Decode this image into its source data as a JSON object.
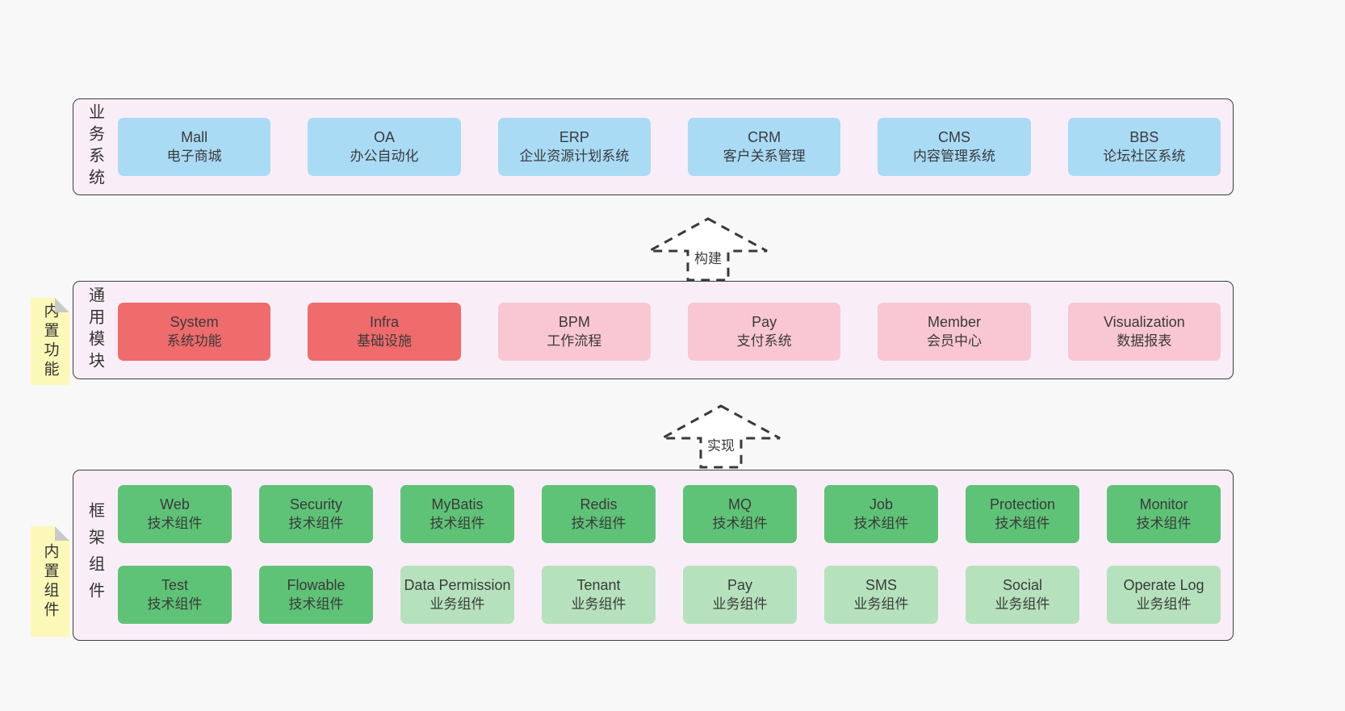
{
  "diagram": {
    "arrows": {
      "build": "构建",
      "implement": "实现"
    },
    "layers": {
      "business": {
        "label": "业务系统",
        "boxes": [
          {
            "name": "Mall",
            "desc": "电子商城",
            "variant": "blue"
          },
          {
            "name": "OA",
            "desc": "办公自动化",
            "variant": "blue"
          },
          {
            "name": "ERP",
            "desc": "企业资源计划系统",
            "variant": "blue"
          },
          {
            "name": "CRM",
            "desc": "客户关系管理",
            "variant": "blue"
          },
          {
            "name": "CMS",
            "desc": "内容管理系统",
            "variant": "blue"
          },
          {
            "name": "BBS",
            "desc": "论坛社区系统",
            "variant": "blue"
          }
        ]
      },
      "modules": {
        "label": "通用模块",
        "note": "内置功能",
        "boxes": [
          {
            "name": "System",
            "desc": "系统功能",
            "variant": "red"
          },
          {
            "name": "Infra",
            "desc": "基础设施",
            "variant": "red"
          },
          {
            "name": "BPM",
            "desc": "工作流程",
            "variant": "pink"
          },
          {
            "name": "Pay",
            "desc": "支付系统",
            "variant": "pink"
          },
          {
            "name": "Member",
            "desc": "会员中心",
            "variant": "pink"
          },
          {
            "name": "Visualization",
            "desc": "数据报表",
            "variant": "pink"
          }
        ]
      },
      "framework": {
        "label": "框架组件",
        "note": "内置组件",
        "row1": [
          {
            "name": "Web",
            "desc": "技术组件",
            "variant": "green"
          },
          {
            "name": "Security",
            "desc": "技术组件",
            "variant": "green"
          },
          {
            "name": "MyBatis",
            "desc": "技术组件",
            "variant": "green"
          },
          {
            "name": "Redis",
            "desc": "技术组件",
            "variant": "green"
          },
          {
            "name": "MQ",
            "desc": "技术组件",
            "variant": "green"
          },
          {
            "name": "Job",
            "desc": "技术组件",
            "variant": "green"
          },
          {
            "name": "Protection",
            "desc": "技术组件",
            "variant": "green"
          },
          {
            "name": "Monitor",
            "desc": "技术组件",
            "variant": "green"
          }
        ],
        "row2": [
          {
            "name": "Test",
            "desc": "技术组件",
            "variant": "green"
          },
          {
            "name": "Flowable",
            "desc": "技术组件",
            "variant": "green"
          },
          {
            "name": "Data Permission",
            "desc": "业务组件",
            "variant": "lightgreen"
          },
          {
            "name": "Tenant",
            "desc": "业务组件",
            "variant": "lightgreen"
          },
          {
            "name": "Pay",
            "desc": "业务组件",
            "variant": "lightgreen"
          },
          {
            "name": "SMS",
            "desc": "业务组件",
            "variant": "lightgreen"
          },
          {
            "name": "Social",
            "desc": "业务组件",
            "variant": "lightgreen"
          },
          {
            "name": "Operate Log",
            "desc": "业务组件",
            "variant": "lightgreen"
          }
        ]
      }
    },
    "colors": {
      "page_bg": "#f8f8f8",
      "layer_bg": "#f9eef7",
      "layer_border": "#3d3d3d",
      "node_blue": "#a9dbf5",
      "node_red": "#ef6b6c",
      "node_pink": "#f9c7d1",
      "node_green": "#5fc377",
      "node_lightgreen": "#b5e2bd",
      "note_yellow": "#fcf9b8",
      "note_fold": "#c9c9c9",
      "text": "#3a3a3a"
    }
  }
}
